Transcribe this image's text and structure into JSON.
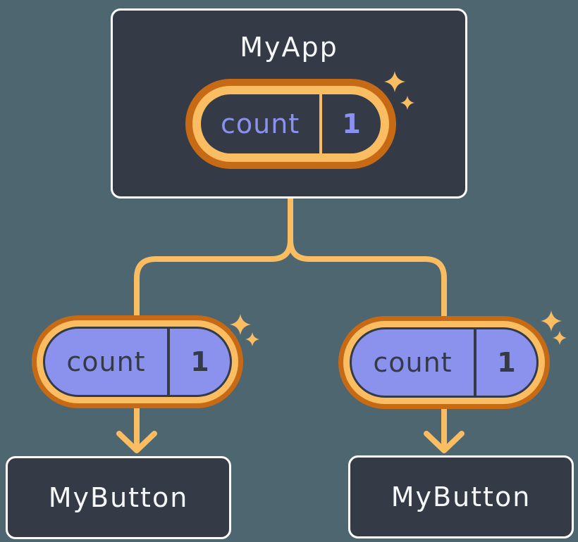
{
  "colors": {
    "background": "#4d6670",
    "node_fill": "#343b47",
    "node_border": "#ffffff",
    "node_title_text": "#f6f7f9",
    "ring_orange": "#c76a15",
    "gold": "#fabd62",
    "state_lavender": "#8b92ee",
    "state_dark_text": "#343b47"
  },
  "parent_node": {
    "title": "MyApp",
    "state_label": "count",
    "state_value": "1"
  },
  "children": [
    {
      "title": "MyButton",
      "prop_label": "count",
      "prop_value": "1"
    },
    {
      "title": "MyButton",
      "prop_label": "count",
      "prop_value": "1"
    }
  ]
}
